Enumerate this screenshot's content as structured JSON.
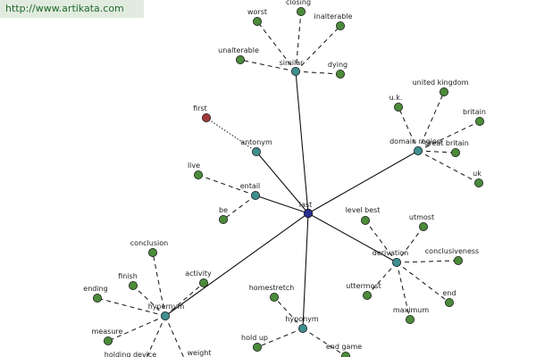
{
  "site_url": "http://www.artikata.com",
  "colors": {
    "center": "#2b2e8f",
    "relation": "#3f8f8f",
    "leaf": "#4b8b3a",
    "antonym_leaf": "#9e3a3a",
    "edge": "#111111",
    "badge_bg": "#e2ebe0",
    "badge_text": "#1f6a2a"
  },
  "center": {
    "id": "last",
    "label": "last"
  },
  "relations": [
    {
      "id": "similar",
      "label": "similar",
      "leaves": [
        "worst",
        "closing",
        "inalterable",
        "unalterable",
        "dying"
      ]
    },
    {
      "id": "antonym",
      "label": "antonym",
      "leaves": [
        "first"
      ]
    },
    {
      "id": "entail",
      "label": "entail",
      "leaves": [
        "live",
        "be"
      ]
    },
    {
      "id": "domain-region",
      "label": "domain region",
      "leaves": [
        "u.k.",
        "united kingdom",
        "britain",
        "great britain",
        "uk"
      ]
    },
    {
      "id": "derivation",
      "label": "derivation",
      "leaves": [
        "level best",
        "utmost",
        "conclusiveness",
        "uttermost",
        "end",
        "maximum"
      ]
    },
    {
      "id": "hyponym",
      "label": "hyponym",
      "leaves": [
        "homestretch",
        "hold up",
        "end game"
      ]
    },
    {
      "id": "hypernym",
      "label": "hypernym",
      "leaves": [
        "conclusion",
        "finish",
        "activity",
        "ending",
        "measure",
        "holding device",
        "weight"
      ]
    }
  ]
}
